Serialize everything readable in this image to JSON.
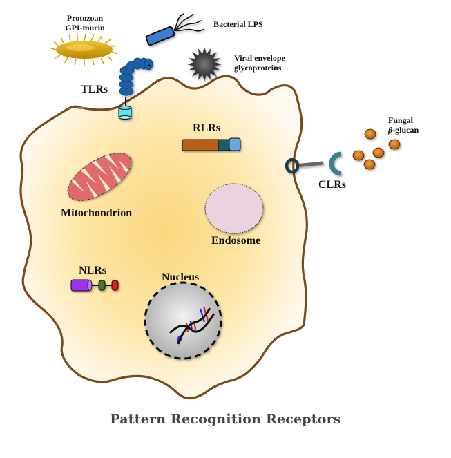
{
  "figure": {
    "title": "Pattern Recognition Receptors",
    "colors": {
      "membrane": "#7a4a1c",
      "cytoplasm_center": "#fbd77e",
      "cytoplasm_edge": "#fffaf0",
      "tlr": "#1a5fa8",
      "tlr_base": "#5fe3f0",
      "rlr_segments": [
        "#b75e12",
        "#1b5b66",
        "#6aa6dc"
      ],
      "nlr_segments": [
        "#9b30f0",
        "#3d7a2c",
        "#e01a1a"
      ],
      "clr": "#3f7f8a",
      "clr_ring": "#1f3b44",
      "mitochondrion": "#e06a6a",
      "endosome": "#ead3de",
      "nucleus": "#c8c8c8",
      "fungal_glucan": "#d67a10",
      "protozoan": "#e0a800",
      "bacterium": "#3a7ed0",
      "virus": "#555555",
      "dna_backbone": "#111111",
      "dna_red": "#e01a1a",
      "dna_blue": "#1a2ae0"
    }
  },
  "pathogens": {
    "protozoan": {
      "line1": "Protozoan",
      "line2": "GPI-mucin"
    },
    "bacterial": {
      "label": "Bacterial LPS"
    },
    "viral": {
      "line1": "Viral envelope",
      "line2": "glycoproteins"
    },
    "fungal": {
      "line1": "Fungal",
      "line2_symbol": "β",
      "line2_rest": "-glucan"
    }
  },
  "receptors": {
    "tlr": {
      "label": "TLRs"
    },
    "rlr": {
      "label": "RLRs"
    },
    "clr": {
      "label": "CLRs"
    },
    "nlr": {
      "label": "NLRs"
    }
  },
  "organelles": {
    "mitochondrion": {
      "label": "Mitochondrion"
    },
    "endosome": {
      "label": "Endosome"
    },
    "nucleus": {
      "label": "Nucleus"
    }
  }
}
